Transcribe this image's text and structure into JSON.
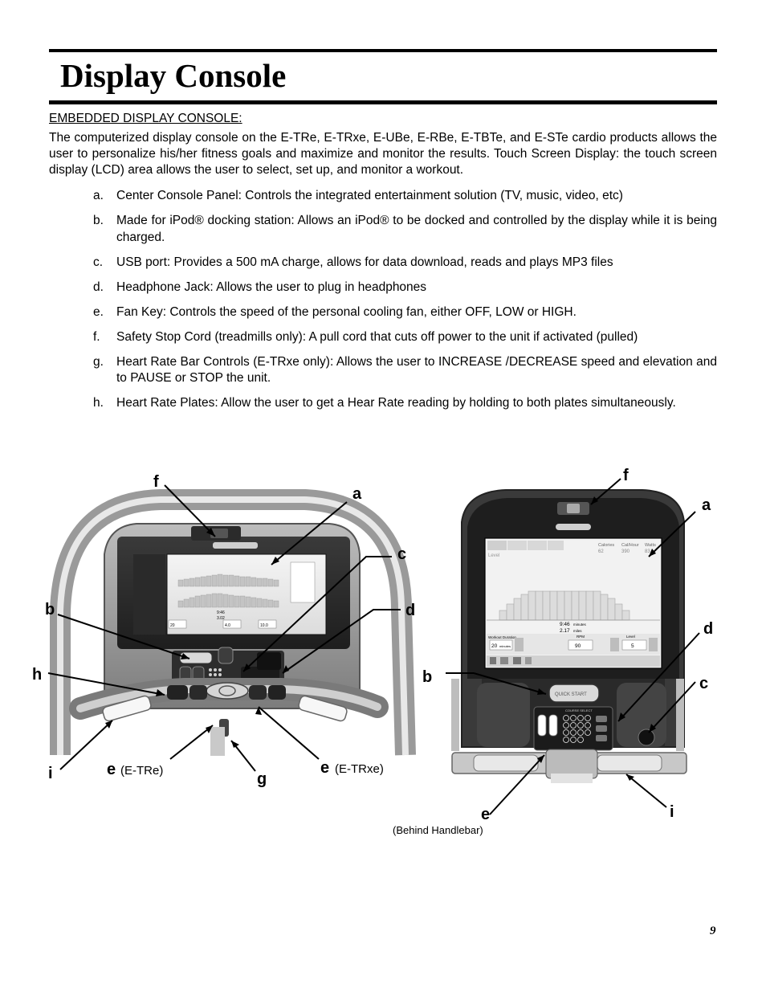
{
  "title": "Display Console",
  "section_heading": "EMBEDDED DISPLAY CONSOLE:",
  "intro": "The computerized display console on the  E-TRe, E-TRxe, E-UBe, E-RBe, E-TBTe, and E-STe cardio products allows the user to personalize his/her fitness goals and maximize and monitor the results. Touch Screen Display: the touch screen display (LCD) area allows the user to select, set up, and monitor a workout.",
  "items": [
    {
      "letter": "a.",
      "text": "Center Console Panel: Controls the integrated entertainment solution (TV, music, video, etc)"
    },
    {
      "letter": "b.",
      "text": "Made for iPod® docking station: Allows an iPod® to be docked and controlled by the display while it is being charged."
    },
    {
      "letter": "c.",
      "text": "USB port: Provides a 500 mA charge, allows for data download, reads and plays MP3 files"
    },
    {
      "letter": "d.",
      "text": "Headphone Jack: Allows the user to plug in headphones"
    },
    {
      "letter": "e.",
      "text": "Fan Key: Controls the speed of the personal cooling fan, either OFF, LOW or HIGH."
    },
    {
      "letter": "f.",
      "text": "Safety Stop Cord (treadmills only): A pull cord that cuts off power to the unit if activated (pulled)"
    },
    {
      "letter": "g.",
      "text": "Heart Rate Bar Controls (E-TRxe only): Allows the user to INCREASE /DECREASE speed and elevation and to PAUSE or STOP the unit."
    },
    {
      "letter": "h.",
      "text": "Heart Rate Plates: Allow the user to get a Hear Rate reading by holding to both plates simultaneously."
    }
  ],
  "figure_left": {
    "callouts": {
      "f": "f",
      "a": "a",
      "c": "c",
      "b": "b",
      "d": "d",
      "h": "h",
      "i": "i",
      "e1": "e",
      "g": "g",
      "e2": "e"
    },
    "notes": {
      "e1": "(E-TRe)",
      "e2": "(E-TRxe)"
    },
    "screen": {
      "time": "9:46",
      "distance": "3.02",
      "field1": "20",
      "field2": "4.0",
      "field3": "10.0"
    }
  },
  "figure_right": {
    "callouts": {
      "f": "f",
      "a": "a",
      "d": "d",
      "c": "c",
      "b": "b",
      "e": "e",
      "i": "i"
    },
    "notes": {
      "e": "(Behind Handlebar)"
    },
    "screen": {
      "header_labels": [
        "Calories",
        "Cal/Hour",
        "Watts"
      ],
      "header_values": [
        "62",
        "390",
        "83"
      ],
      "level_label": "Level",
      "time_value": "9:46",
      "time_unit": "minutes",
      "dist_value": "2.17",
      "dist_unit": "miles",
      "workout_label": "Workout Duration",
      "duration_value": "20",
      "duration_unit": "minutes",
      "rpm_label": "RPM",
      "rpm_value": "90",
      "level_field_label": "Level",
      "level_value": "5"
    },
    "quick_start": "QUICK START",
    "course_select": "COURSE SELECT"
  },
  "page_number": "9"
}
